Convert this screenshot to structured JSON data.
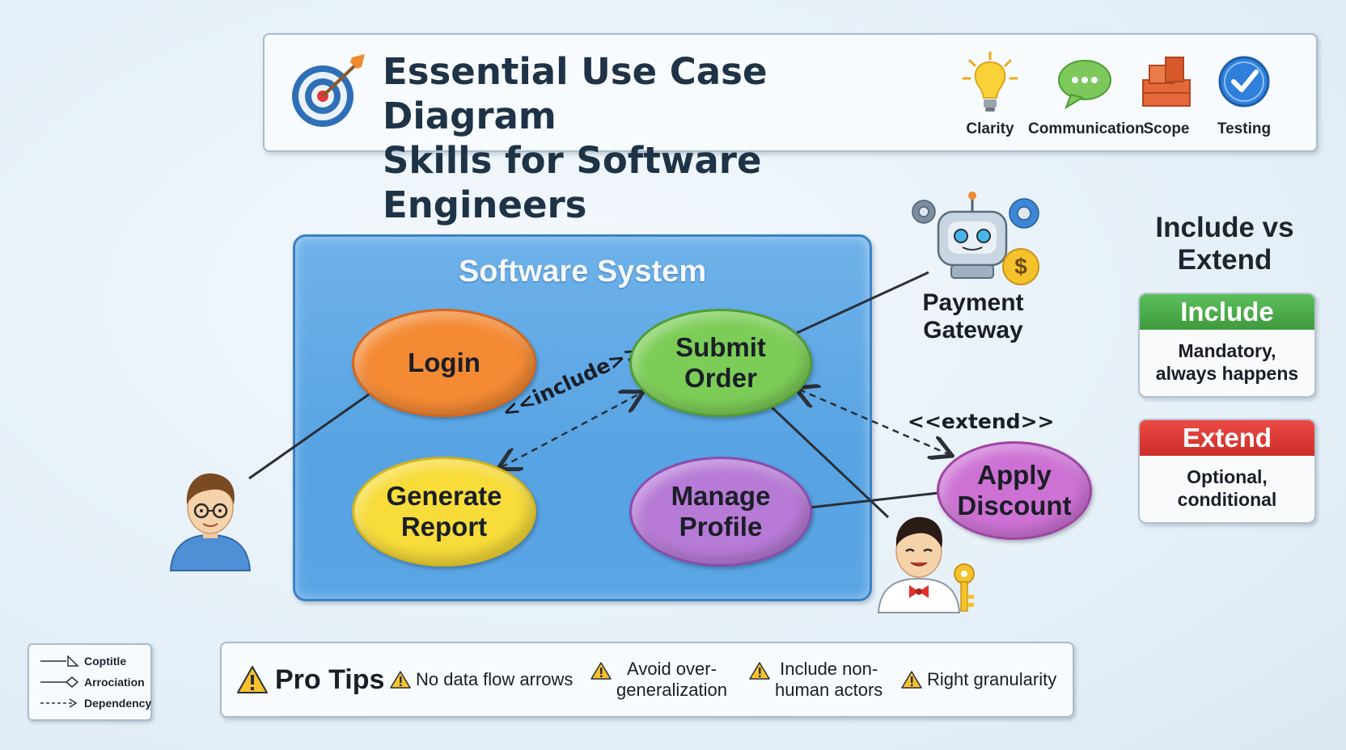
{
  "header": {
    "title_line1": "Essential Use Case Diagram",
    "title_line2": "Skills for Software Engineers",
    "icons": [
      {
        "icon": "lightbulb-icon",
        "label": "Clarity"
      },
      {
        "icon": "speech-bubble-icon",
        "label": "Communication"
      },
      {
        "icon": "scope-blocks-icon",
        "label": "Scope"
      },
      {
        "icon": "checkmark-icon",
        "label": "Testing"
      }
    ]
  },
  "system": {
    "title": "Software System",
    "use_cases": {
      "login": "Login",
      "submit_line1": "Submit",
      "submit_line2": "Order",
      "report_line1": "Generate",
      "report_line2": "Report",
      "manage_line1": "Manage",
      "manage_line2": "Profile"
    }
  },
  "external_use_case": {
    "line1": "Apply",
    "line2": "Discount"
  },
  "actors": {
    "gateway_line1": "Payment",
    "gateway_line2": "Gateway"
  },
  "relations": {
    "include": "<<include>>",
    "extend": "<<extend>>"
  },
  "include_vs_extend": {
    "title_line1": "Include vs",
    "title_line2": "Extend",
    "include": {
      "head": "Include",
      "line1": "Mandatory,",
      "line2": "always happens",
      "color": "#4caf50"
    },
    "extend": {
      "head": "Extend",
      "line1": "Optional,",
      "line2": "conditional",
      "color": "#e03a3a"
    }
  },
  "legend": {
    "items": [
      "Coptitle",
      "Arrociation",
      "Dependency"
    ]
  },
  "pro_tips": {
    "title": "Pro Tips",
    "tips": [
      {
        "line1": "No data flow arrows",
        "line2": ""
      },
      {
        "line1": "Avoid over-",
        "line2": "generalization"
      },
      {
        "line1": "Include non-",
        "line2": "human actors"
      },
      {
        "line1": "Right granularity",
        "line2": ""
      }
    ]
  }
}
